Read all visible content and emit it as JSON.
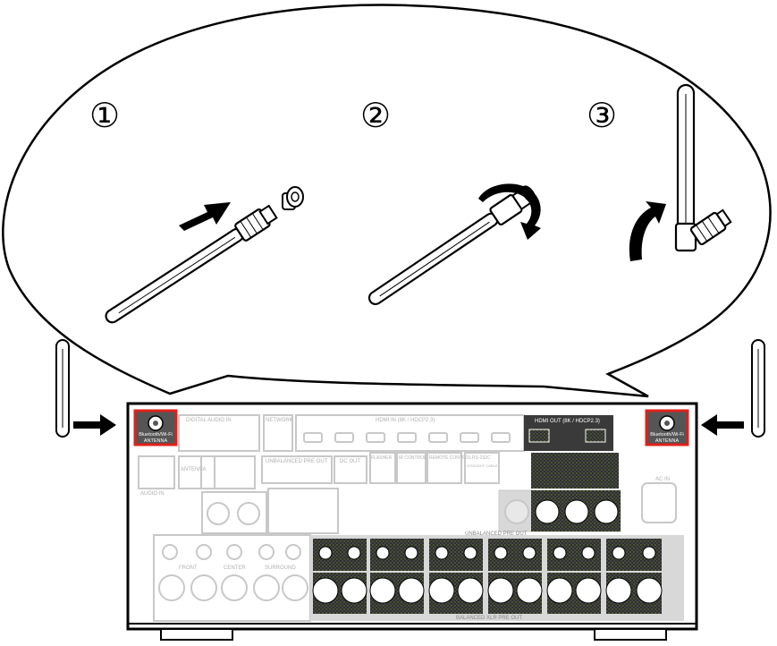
{
  "steps": [
    "①",
    "②",
    "③"
  ],
  "panel": {
    "antenna_label_line1": "Bluetooth/Wi-Fi",
    "antenna_label_line2": "ANTENNA",
    "section_labels": {
      "digital_audio_in": "DIGITAL AUDIO IN",
      "network": "NETWORK",
      "hdmi_in": "HDMI IN (8K / HDCP2.3)",
      "hdmi_out": "HDMI OUT (8K / HDCP2.3)",
      "antenna": "ANTENNA",
      "audio_in": "AUDIO IN",
      "unbalanced_pre_out": "UNBALANCED PRE OUT",
      "dc_out": "DC OUT",
      "flasher_in": "FLASHER",
      "ir_control": "IR CONTROL",
      "remote_control": "REMOTE CONTROL",
      "rs232c": "RS-232C",
      "straight_cable": "STRAIGHT CABLE",
      "balanced_xlr_pre_out": "BALANCED XLR PRE OUT",
      "ac_in": "AC IN",
      "front": "FRONT",
      "center": "CENTER",
      "surround": "SURROUND"
    }
  },
  "colors": {
    "highlight_red": "#e0201a",
    "highlight_fill": "#555555",
    "line": "#000000",
    "panel_gray": "#c8c8c8",
    "dark_block": "#3a3a3a"
  }
}
